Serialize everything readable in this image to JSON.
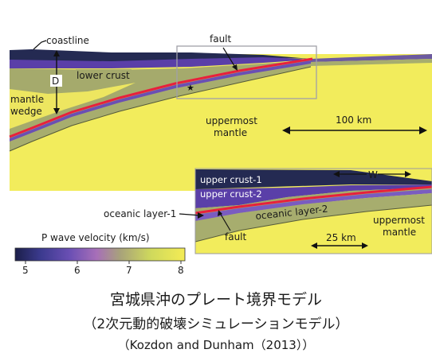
{
  "main_labels": {
    "coastline": "coastline",
    "fault": "fault",
    "D": "D",
    "lower_crust": "lower crust",
    "mantle_wedge_1": "mantle",
    "mantle_wedge_2": "wedge",
    "uppermost_mantle_1": "uppermost",
    "uppermost_mantle_2": "mantle",
    "scale": "100 km"
  },
  "inset_labels": {
    "upper_crust_1": "upper crust-1",
    "upper_crust_2": "upper crust-2",
    "oceanic_layer_1": "oceanic layer-1",
    "oceanic_layer_2": "oceanic layer-2",
    "fault": "fault",
    "W": "W",
    "uppermost_mantle_1": "uppermost",
    "uppermost_mantle_2": "mantle",
    "scale": "25 km"
  },
  "colorbar": {
    "title": "P wave velocity (km/s)",
    "ticks": [
      "5",
      "6",
      "7",
      "8"
    ],
    "colors": [
      "#1c1f4a",
      "#4b3ea0",
      "#8c5ec0",
      "#a37fb0",
      "#9fa57a",
      "#c8d860",
      "#f2ec58"
    ]
  },
  "caption": {
    "line1": "宮城県沖のプレート境界モデル",
    "line2": "（2次元動的破壊シミュレーションモデル）",
    "line3": "（Kozdon and Dunham（2013））"
  },
  "colors": {
    "upper_crust_1": "#242a52",
    "upper_crust_2": "#5a3fa8",
    "lower_crust": "#9a9f6a",
    "mantle": "#f2ec5c",
    "oceanic_layer_2": "#a7ad6e",
    "fault": "#e8203c"
  }
}
